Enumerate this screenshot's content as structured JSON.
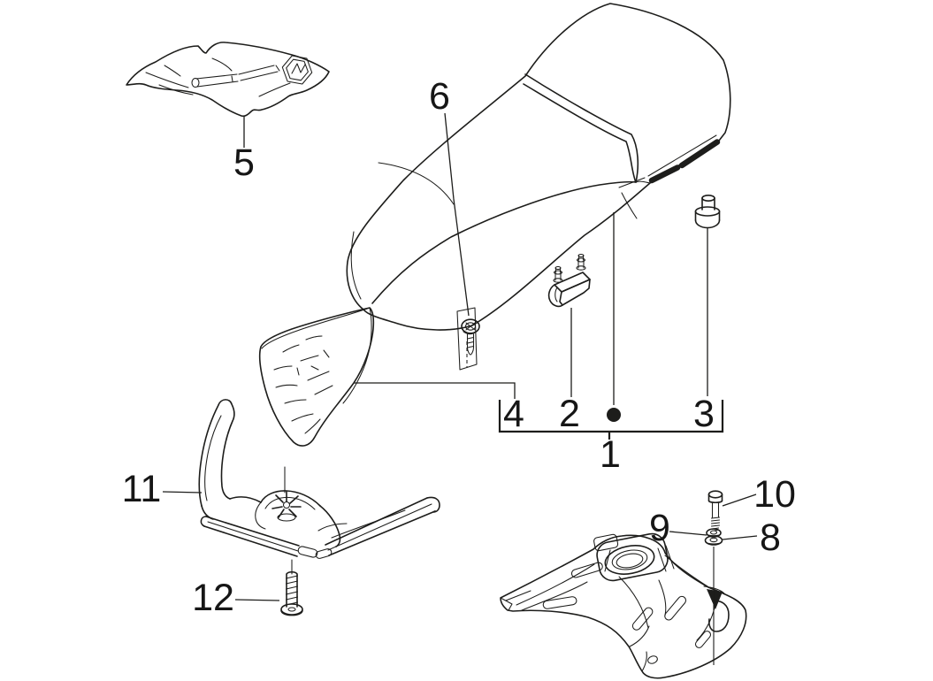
{
  "diagram": {
    "kind": "exploded-parts-line-drawing",
    "background_color": "#ffffff",
    "line_color": "#1d1d1b",
    "badge_shape": "hexagon"
  },
  "callouts": {
    "c1": {
      "label": "1"
    },
    "c2": {
      "label": "2"
    },
    "c3": {
      "label": "3"
    },
    "c4": {
      "label": "4"
    },
    "c5": {
      "label": "5"
    },
    "c6": {
      "label": "6"
    },
    "c8": {
      "label": "8"
    },
    "c9": {
      "label": "9"
    },
    "c10": {
      "label": "10"
    },
    "c11": {
      "label": "11"
    },
    "c12": {
      "label": "12"
    }
  }
}
